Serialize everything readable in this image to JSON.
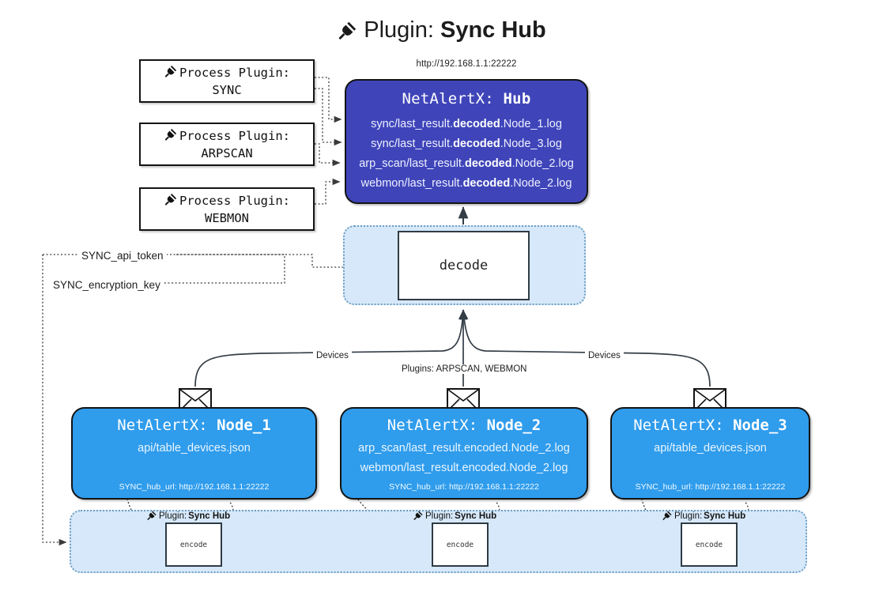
{
  "title": {
    "icon": "plug-icon",
    "prefix": "Plugin:",
    "name": "Sync Hub"
  },
  "hub": {
    "url_caption": "http://192.168.1.1:22222",
    "title_prefix": "NetAlertX:",
    "title_name": "Hub",
    "logs": [
      {
        "pre": "sync/last_result.",
        "mid": "decoded",
        "post": ".Node_1.log"
      },
      {
        "pre": "sync/last_result.",
        "mid": "decoded",
        "post": ".Node_3.log"
      },
      {
        "pre": "arp_scan/last_result.",
        "mid": "decoded",
        "post": ".Node_2.log"
      },
      {
        "pre": "webmon/last_result.",
        "mid": "decoded",
        "post": ".Node_2.log"
      }
    ]
  },
  "process_plugins": [
    {
      "icon": "plug-icon",
      "label": "Process Plugin:",
      "name": "SYNC"
    },
    {
      "icon": "plug-icon",
      "label": "Process Plugin:",
      "name": "ARPSCAN"
    },
    {
      "icon": "plug-icon",
      "label": "Process Plugin:",
      "name": "WEBMON"
    }
  ],
  "decode": {
    "label": "decode"
  },
  "keys": [
    {
      "label": "SYNC_api_token"
    },
    {
      "label": "SYNC_encryption_key"
    }
  ],
  "edge_captions": {
    "devices_left": "Devices",
    "devices_right": "Devices",
    "plugins_mid": "Plugins: ARPSCAN, WEBMON"
  },
  "nodes": [
    {
      "title_prefix": "NetAlertX:",
      "title_name": "Node_1",
      "lines": [
        "api/table_devices.json"
      ],
      "footer": "SYNC_hub_url: http://192.168.1.1:22222",
      "envelope_icon": "envelope-icon"
    },
    {
      "title_prefix": "NetAlertX:",
      "title_name": "Node_2",
      "lines": [
        "arp_scan/last_result.encoded.Node_2.log",
        "webmon/last_result.encoded.Node_2.log"
      ],
      "footer": "SYNC_hub_url: http://192.168.1.1:22222",
      "envelope_icon": "envelope-icon"
    },
    {
      "title_prefix": "NetAlertX:",
      "title_name": "Node_3",
      "lines": [
        "api/table_devices.json"
      ],
      "footer": "SYNC_hub_url: http://192.168.1.1:22222",
      "envelope_icon": "envelope-icon"
    }
  ],
  "encoders": [
    {
      "icon": "plug-icon",
      "label_prefix": "Plugin:",
      "label_name": "Sync Hub",
      "box_label": "encode"
    },
    {
      "icon": "plug-icon",
      "label_prefix": "Plugin:",
      "label_name": "Sync Hub",
      "box_label": "encode"
    },
    {
      "icon": "plug-icon",
      "label_prefix": "Plugin:",
      "label_name": "Sync Hub",
      "box_label": "encode"
    }
  ],
  "colors": {
    "hub_fill": "#3f45b9",
    "node_fill": "#2f9cec",
    "container_fill": "#d6e8f9",
    "container_border": "#6f9fc4",
    "stroke": "#141414",
    "background": "#ffffff"
  }
}
